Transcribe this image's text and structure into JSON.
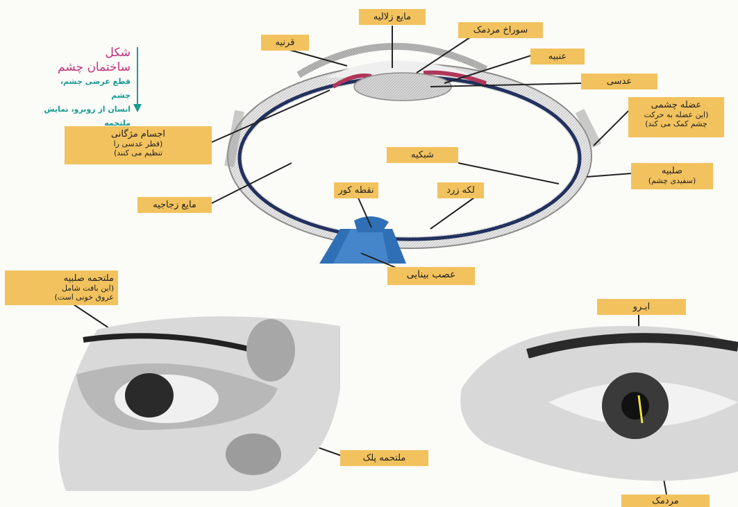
{
  "caption": {
    "line1": "شکل",
    "line2": "ساختمان چشم",
    "line3": "قطع عرضی چشم، چشم",
    "line4": "انسان از روبرو، نمایش",
    "line5": "ملتحمه"
  },
  "labels": {
    "aqueous_humor": "مایع زلالیه",
    "pupil_opening": "سوراخ مردمک",
    "cornea": "قرنیه",
    "iris": "عنبیه",
    "lens": "عدسی",
    "eye_muscle": "عضله چشمی",
    "eye_muscle_note1": "(این عضله به حرکت",
    "eye_muscle_note2": "چشم کمک می کند)",
    "ciliary_body": "اجسام مژگانی",
    "ciliary_note1": "(قطر عدسی را",
    "ciliary_note2": "تنظیم می کنند)",
    "retina": "شبکیه",
    "sclera": "صلبیه",
    "sclera_note": "(سفیدی چشم)",
    "vitreous_humor": "مایع زجاجیه",
    "blind_spot": "نقطه کور",
    "yellow_spot": "لکه زرد",
    "optic_nerve": "عصب بینایی",
    "scleral_conjunctiva": "ملتحمه صلبیه",
    "scleral_conjunctiva_note1": "(این بافت شامل",
    "scleral_conjunctiva_note2": "عروق خونی است)",
    "eyelid_conjunctiva": "ملتحمه پلک",
    "eyebrow": "ابـرو",
    "pupil": "مردمک"
  },
  "colors": {
    "label_bg": "#f2c25e",
    "caption_magenta": "#c2307a",
    "caption_teal": "#1a9a94",
    "optic_nerve_blue": "#2f6fb5"
  }
}
